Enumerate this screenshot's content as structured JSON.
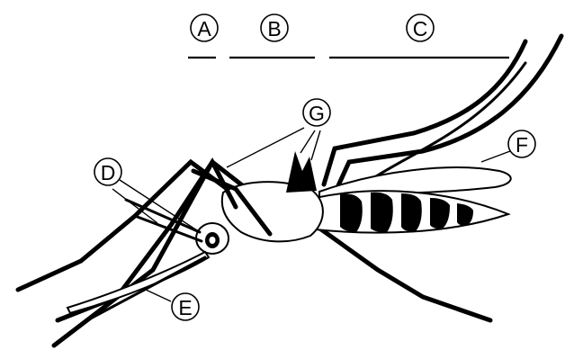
{
  "colors": {
    "ink": "#000000",
    "paper": "#ffffff"
  },
  "labels": {
    "A": "A",
    "B": "B",
    "C": "C",
    "D": "D",
    "E": "E",
    "F": "F",
    "G": "G"
  }
}
